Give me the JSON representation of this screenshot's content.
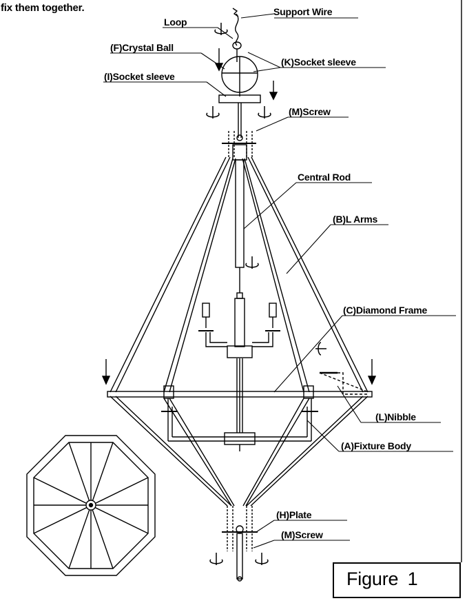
{
  "header_text": "fix them together.",
  "labels": {
    "support_wire": "Support Wire",
    "loop": "Loop",
    "crystal_ball": "(F)Crystal Ball",
    "socket_sleeve_k": "(K)Socket sleeve",
    "socket_sleeve_i": "(I)Socket sleeve",
    "screw_top": "(M)Screw",
    "central_rod": "Central Rod",
    "l_arms": "(B)L Arms",
    "diamond_frame": "(C)Diamond Frame",
    "nibble": "(L)Nibble",
    "fixture_body": "(A)Fixture Body",
    "plate": "(H)Plate",
    "screw_bottom": "(M)Screw"
  },
  "figure_label": "Figure 1"
}
